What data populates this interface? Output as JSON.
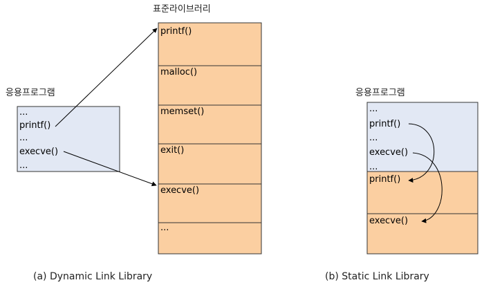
{
  "dynamic": {
    "library_title": "표준라이브러리",
    "app_title": "응용프로그램",
    "library_items": [
      "printf()",
      "malloc()",
      "memset()",
      "exit()",
      "execve()",
      "..."
    ],
    "app_lines": [
      "...",
      "printf()",
      "...",
      "execve()",
      "..."
    ],
    "caption": "(a) Dynamic Link Library"
  },
  "static": {
    "app_title": "응용프로그램",
    "app_lines": [
      "...",
      "printf()",
      "...",
      "execve()",
      "..."
    ],
    "lib_lines": [
      "printf()",
      "execve()"
    ],
    "caption": "(b) Static Link Library"
  },
  "colors": {
    "app_fill": "#e2e8f4",
    "lib_fill": "#fbcfa1",
    "stroke": "#333333"
  }
}
